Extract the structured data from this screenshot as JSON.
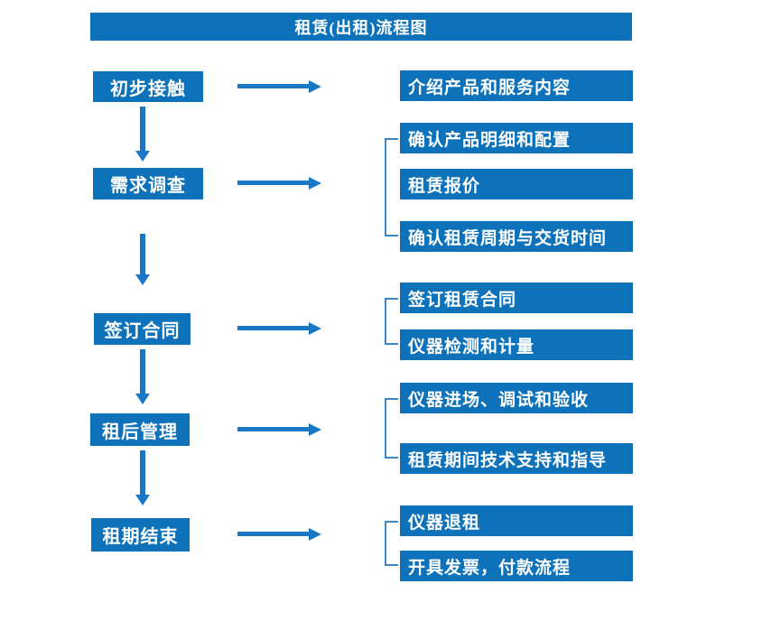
{
  "title": "租赁(出租)流程图",
  "colors": {
    "box": "#0d72ba",
    "arrow": "#1a77c6",
    "bracket": "#3c85c6",
    "text": "#ffffff",
    "background": "#ffffff"
  },
  "stages": [
    {
      "label": "初步接触",
      "details": [
        "介绍产品和服务内容"
      ]
    },
    {
      "label": "需求调查",
      "details": [
        "确认产品明细和配置",
        "租赁报价",
        "确认租赁周期与交货时间"
      ]
    },
    {
      "label": "签订合同",
      "details": [
        "签订租赁合同",
        "仪器检测和计量"
      ]
    },
    {
      "label": "租后管理",
      "details": [
        "仪器进场、调试和验收",
        "租赁期间技术支持和指导"
      ]
    },
    {
      "label": "租期结束",
      "details": [
        "仪器退租",
        "开具发票，付款流程"
      ]
    }
  ]
}
